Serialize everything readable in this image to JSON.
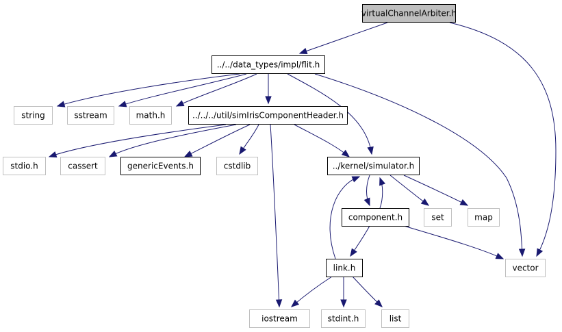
{
  "graph": {
    "colors": {
      "edge": "#191970",
      "root_fill": "#bfbfbf",
      "node_fill": "#ffffff",
      "documented_border": "#000000",
      "undocumented_border": "#bfbfbf"
    },
    "nodes": [
      {
        "id": "root",
        "label": "virtualChannelArbiter.h",
        "style": "root"
      },
      {
        "id": "flit",
        "label": "../../data_types/impl/flit.h",
        "style": "documented"
      },
      {
        "id": "string",
        "label": "string",
        "style": "undocumented"
      },
      {
        "id": "sstream",
        "label": "sstream",
        "style": "undocumented"
      },
      {
        "id": "math",
        "label": "math.h",
        "style": "undocumented"
      },
      {
        "id": "simiris",
        "label": "../../../util/simIrisComponentHeader.h",
        "style": "documented"
      },
      {
        "id": "stdio",
        "label": "stdio.h",
        "style": "undocumented"
      },
      {
        "id": "cassert",
        "label": "cassert",
        "style": "undocumented"
      },
      {
        "id": "generic",
        "label": "genericEvents.h",
        "style": "documented"
      },
      {
        "id": "cstdlib",
        "label": "cstdlib",
        "style": "undocumented"
      },
      {
        "id": "simulator",
        "label": "../kernel/simulator.h",
        "style": "documented"
      },
      {
        "id": "component",
        "label": "component.h",
        "style": "documented"
      },
      {
        "id": "set",
        "label": "set",
        "style": "undocumented"
      },
      {
        "id": "map",
        "label": "map",
        "style": "undocumented"
      },
      {
        "id": "link",
        "label": "link.h",
        "style": "documented"
      },
      {
        "id": "vector",
        "label": "vector",
        "style": "undocumented"
      },
      {
        "id": "iostream",
        "label": "iostream",
        "style": "undocumented"
      },
      {
        "id": "stdint",
        "label": "stdint.h",
        "style": "undocumented"
      },
      {
        "id": "list",
        "label": "list",
        "style": "undocumented"
      }
    ],
    "edges": [
      {
        "from": "root",
        "to": "flit"
      },
      {
        "from": "root",
        "to": "vector"
      },
      {
        "from": "flit",
        "to": "string"
      },
      {
        "from": "flit",
        "to": "sstream"
      },
      {
        "from": "flit",
        "to": "math"
      },
      {
        "from": "flit",
        "to": "simiris"
      },
      {
        "from": "flit",
        "to": "simulator"
      },
      {
        "from": "flit",
        "to": "vector"
      },
      {
        "from": "simiris",
        "to": "stdio"
      },
      {
        "from": "simiris",
        "to": "cassert"
      },
      {
        "from": "simiris",
        "to": "generic"
      },
      {
        "from": "simiris",
        "to": "cstdlib"
      },
      {
        "from": "simiris",
        "to": "simulator"
      },
      {
        "from": "simiris",
        "to": "iostream"
      },
      {
        "from": "simulator",
        "to": "component"
      },
      {
        "from": "component",
        "to": "simulator"
      },
      {
        "from": "simulator",
        "to": "set"
      },
      {
        "from": "simulator",
        "to": "map"
      },
      {
        "from": "component",
        "to": "link"
      },
      {
        "from": "component",
        "to": "vector"
      },
      {
        "from": "link",
        "to": "simulator"
      },
      {
        "from": "link",
        "to": "iostream"
      },
      {
        "from": "link",
        "to": "stdint"
      },
      {
        "from": "link",
        "to": "list"
      }
    ]
  }
}
